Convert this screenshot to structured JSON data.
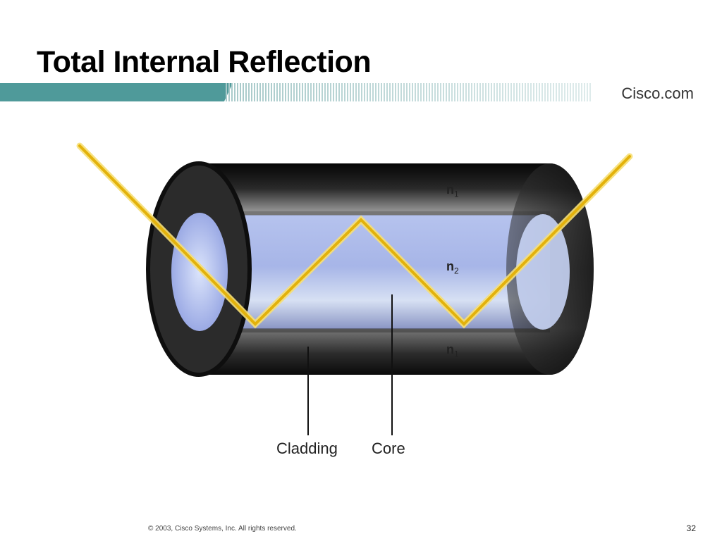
{
  "slide": {
    "title": "Total Internal Reflection",
    "brand": "Cisco.com",
    "footer": "© 2003, Cisco Systems, Inc. All rights reserved.",
    "page_number": "32"
  },
  "diagram": {
    "labels": {
      "cladding": "Cladding",
      "core": "Core"
    },
    "refractive_indices": {
      "top": {
        "base": "n",
        "sub": "1"
      },
      "middle": {
        "base": "n",
        "sub": "2"
      },
      "bottom": {
        "base": "n",
        "sub": "1"
      }
    },
    "colors": {
      "light_ray": "#f0c20a",
      "cladding": "#1a1a1a",
      "core": "#c4d2f6",
      "brand_band": "#4f9a9a"
    }
  }
}
